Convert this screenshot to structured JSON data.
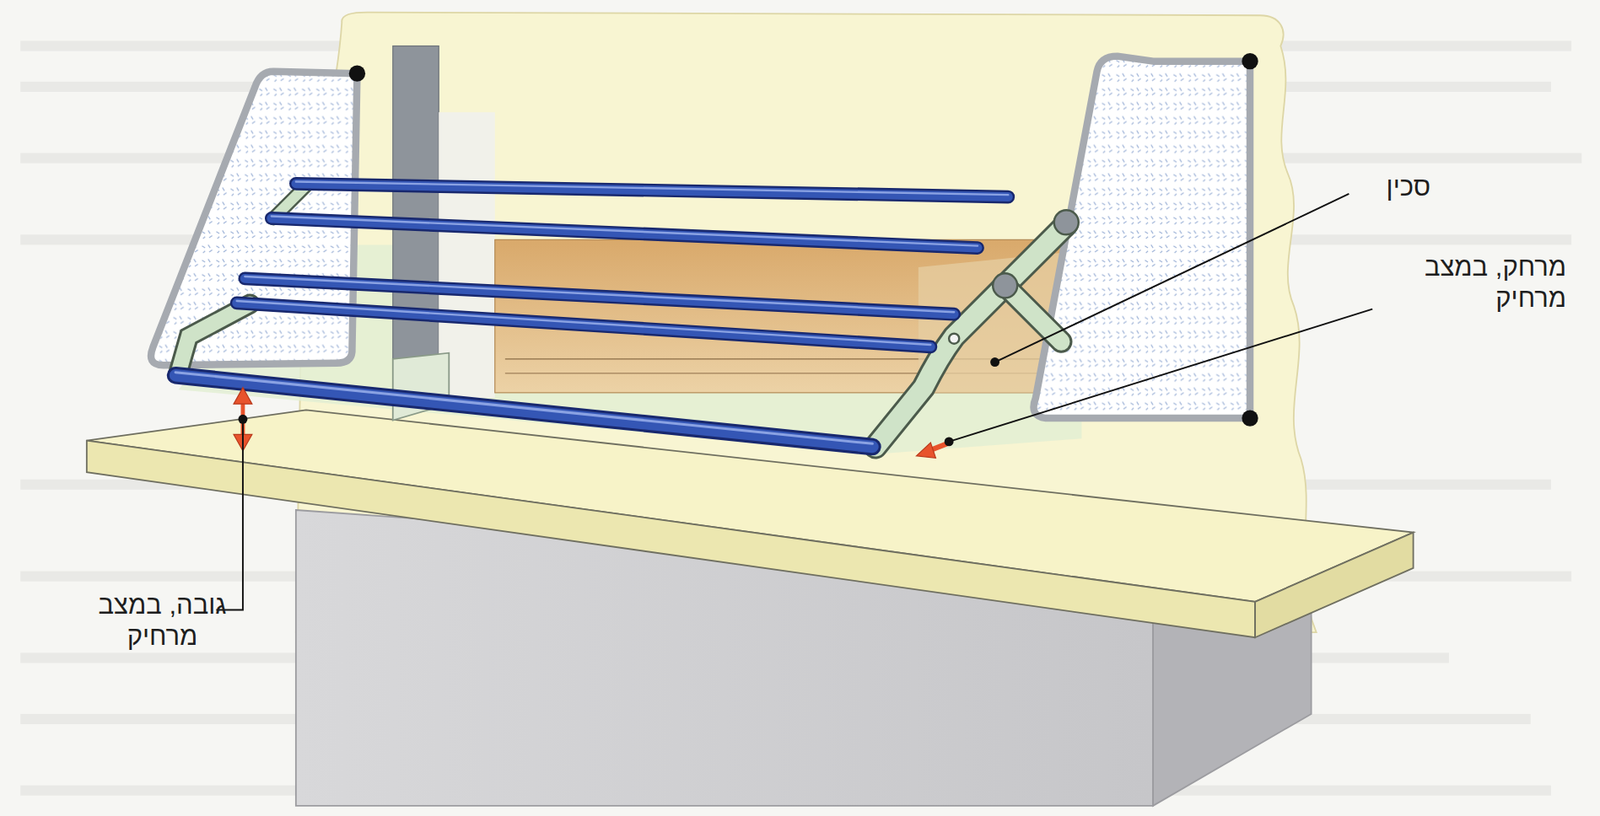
{
  "diagram": {
    "labels": [
      "סכין",
      "מרחק, במצב מרחיק",
      "גובה, במצב מרחיק"
    ]
  }
}
